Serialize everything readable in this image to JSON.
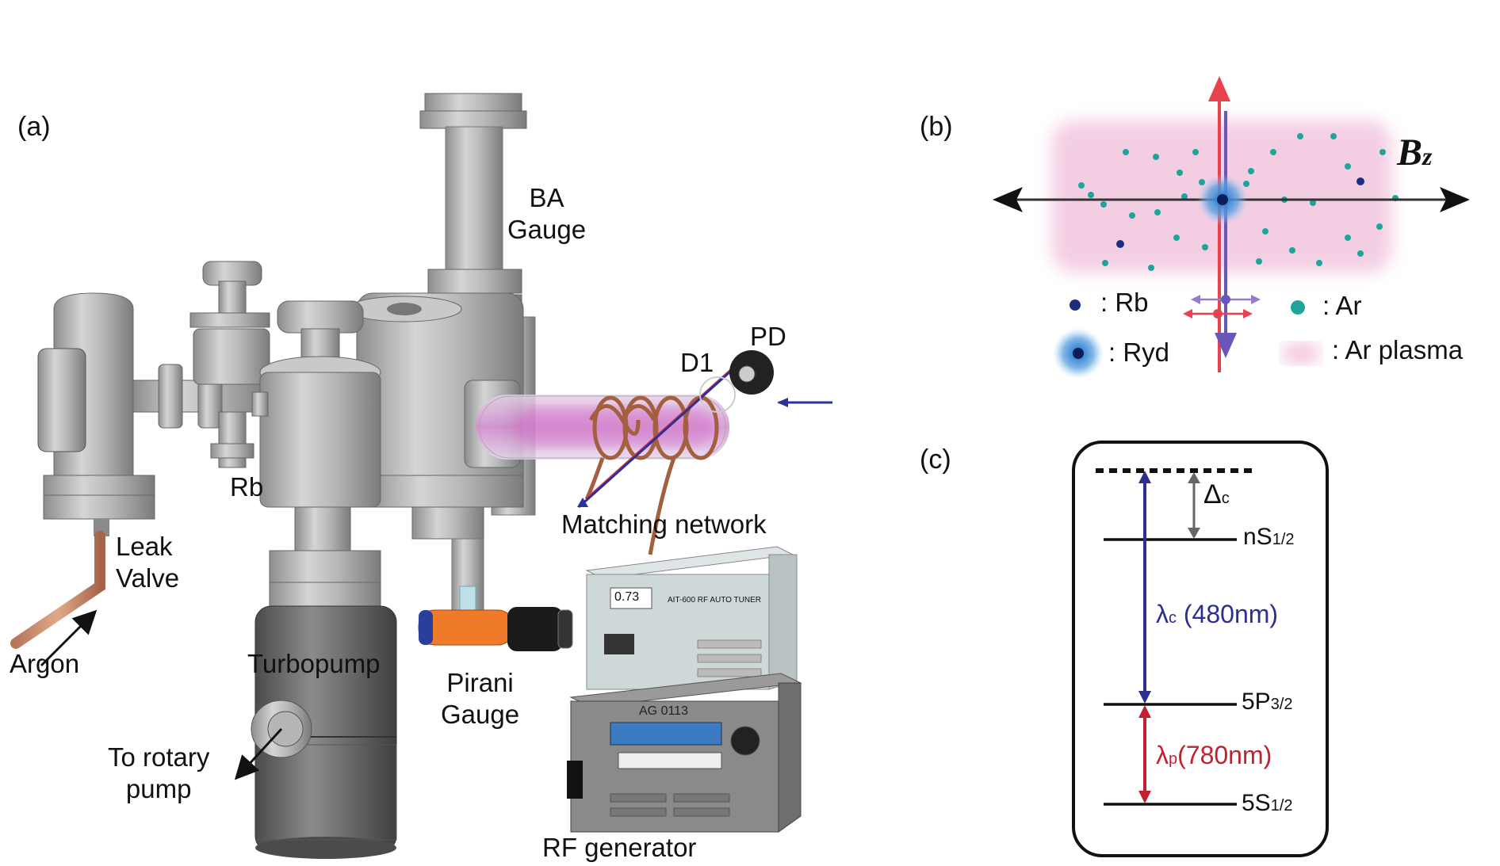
{
  "panels": {
    "a": "(a)",
    "b": "(b)",
    "c": "(c)"
  },
  "apparatus": {
    "ba_gauge": [
      "BA",
      "Gauge"
    ],
    "rb": "Rb",
    "leak_valve": [
      "Leak",
      "Valve"
    ],
    "argon": "Argon",
    "turbopump": "Turbopump",
    "rotary": [
      "To rotary",
      "pump"
    ],
    "pirani": [
      "Pirani",
      "Gauge"
    ],
    "matching_network": "Matching network",
    "rf_generator": "RF generator",
    "d1": "D1",
    "pd": "PD",
    "tuner_display": "0.73",
    "tuner_label": "AIT-600 RF AUTO TUNER",
    "generator_label": "AG 0113"
  },
  "panel_b": {
    "field_label": "B",
    "field_sub": "z",
    "legend": {
      "rb": ": Rb",
      "ryd": ": Ryd",
      "ar": ": Ar",
      "plasma": ": Ar plasma"
    }
  },
  "panel_c": {
    "detuning": "Δ",
    "detuning_sub": "c",
    "levels": [
      {
        "name": "nS",
        "sub": "1/2"
      },
      {
        "name": "5P",
        "sub": "3/2"
      },
      {
        "name": "5S",
        "sub": "1/2"
      }
    ],
    "coupling": {
      "symbol": "λ",
      "sub": "c",
      "text": "(480nm)"
    },
    "probe": {
      "symbol": "λ",
      "sub": "p",
      "text": "(780nm)"
    }
  },
  "colors": {
    "coupling": "#2b2f8f",
    "probe": "#c4202f",
    "plasma": "#f0c8e0",
    "ar_dot": "#1fa39a",
    "rb_dot": "#1d2f7a",
    "ryd_glow": "#3c8fd8",
    "steel": "#a9abab",
    "pirani_orange": "#ee7a2a",
    "pirani_blue": "#2a3f9a"
  }
}
